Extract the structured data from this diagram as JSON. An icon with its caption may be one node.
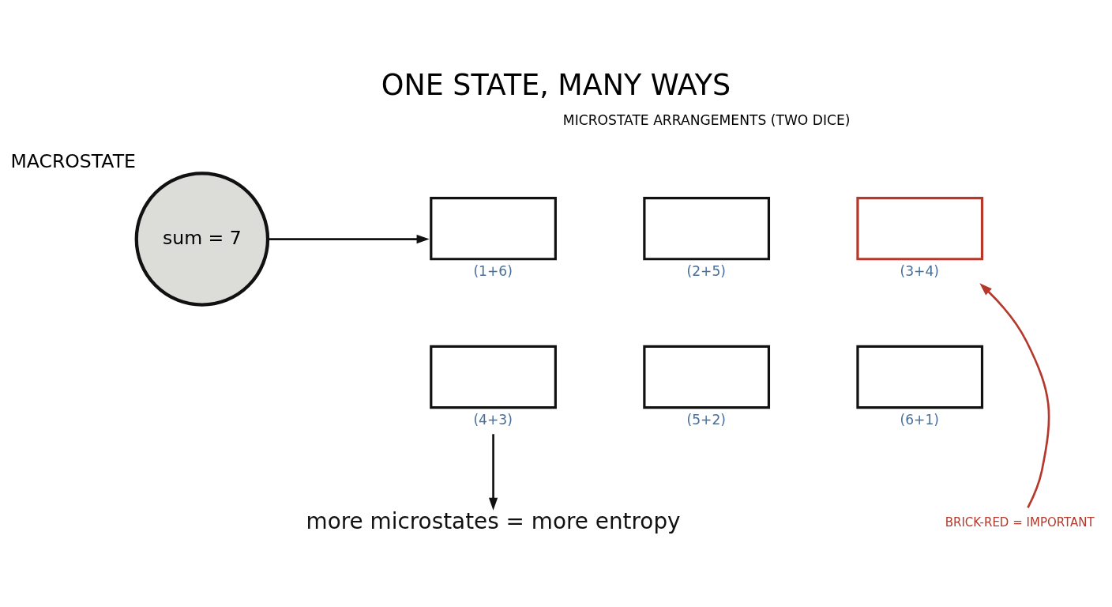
{
  "diagram": {
    "title": "ONE STATE, MANY WAYS",
    "nodes": [
      {
        "text": [
          "MACROSTATE",
          "sum = 7"
        ]
      },
      {
        "text": [],
        "shape": "box",
        "beside": [
          "(1+6)"
        ]
      },
      {
        "text": [],
        "shape": "box",
        "beside": [
          "(2+5)"
        ]
      },
      {
        "text": [],
        "shape": "box",
        "beside": [
          "(3+4)"
        ]
      },
      {
        "text": [],
        "shape": "box",
        "beside": [
          "(4+3)"
        ]
      },
      {
        "text": [],
        "shape": "box",
        "beside": [
          "(5+2)"
        ]
      },
      {
        "text": [],
        "shape": "box",
        "beside": [
          "(6+1)"
        ]
      },
      {
        "text": [
          "BRICK-RED = IMPORTANT"
        ]
      },
      {
        "text": [
          "more microstates = more entropy"
        ]
      }
    ],
    "edges": [
      {
        "from": 0,
        "to": 1,
        "arrow": "to"
      },
      {
        "from": 7,
        "to": 3,
        "arrow": "to",
        "color": "#b5382c"
      },
      {
        "from": 4,
        "to": 8,
        "arrow": "to"
      }
    ],
    "labels": [
      "MICROSTATE ARRANGEMENTS (TWO DICE)"
    ]
  }
}
